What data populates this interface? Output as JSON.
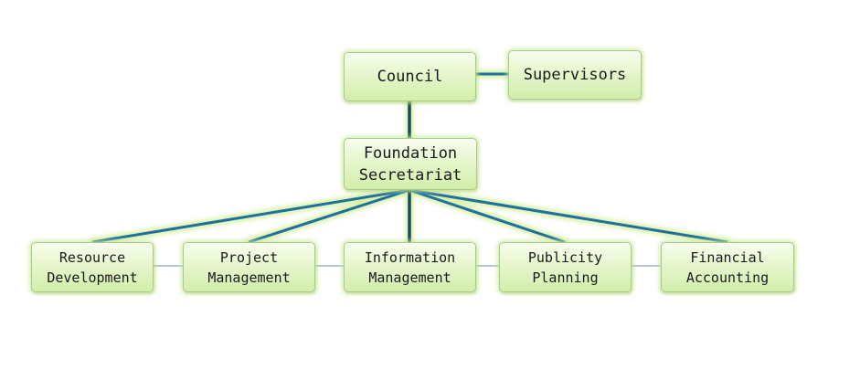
{
  "diagram": {
    "nodes": {
      "council": "Council",
      "supervisors": "Supervisors",
      "secretariat": "Foundation\nSecretariat",
      "resource": "Resource\nDevelopment",
      "project": "Project\nManagement",
      "information": "Information\nManagement",
      "publicity": "Publicity\nPlanning",
      "financial": "Financial\nAccounting"
    },
    "edges": [
      {
        "from": "council",
        "to": "supervisors"
      },
      {
        "from": "council",
        "to": "secretariat"
      },
      {
        "from": "secretariat",
        "to": "resource"
      },
      {
        "from": "secretariat",
        "to": "project"
      },
      {
        "from": "secretariat",
        "to": "information"
      },
      {
        "from": "secretariat",
        "to": "publicity"
      },
      {
        "from": "secretariat",
        "to": "financial"
      }
    ],
    "colors": {
      "connector": "#1f6fa0",
      "connector_glow": "#d9f3a6",
      "node_fill": "#e6f6cd",
      "node_border": "#a9c98a",
      "sibling_link": "#9db3c6"
    }
  }
}
